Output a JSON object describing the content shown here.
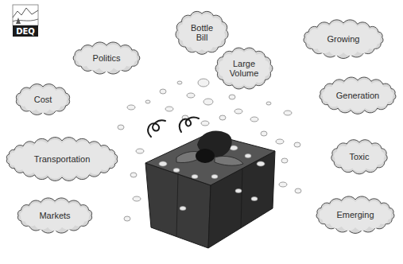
{
  "diagram": {
    "nodes": [
      {
        "text": [
          "Politics"
        ]
      },
      {
        "text": [
          "Bottle Bill"
        ]
      },
      {
        "text": [
          "Large Volume"
        ]
      },
      {
        "text": [
          "Growing"
        ]
      },
      {
        "text": [
          "Cost"
        ]
      },
      {
        "text": [
          "Generation"
        ]
      },
      {
        "text": [
          "Transportation"
        ]
      },
      {
        "text": [
          "Toxic"
        ]
      },
      {
        "text": [
          "Markets"
        ]
      },
      {
        "text": [
          "Emerging"
        ]
      }
    ],
    "labels": [
      "DEQ"
    ]
  }
}
